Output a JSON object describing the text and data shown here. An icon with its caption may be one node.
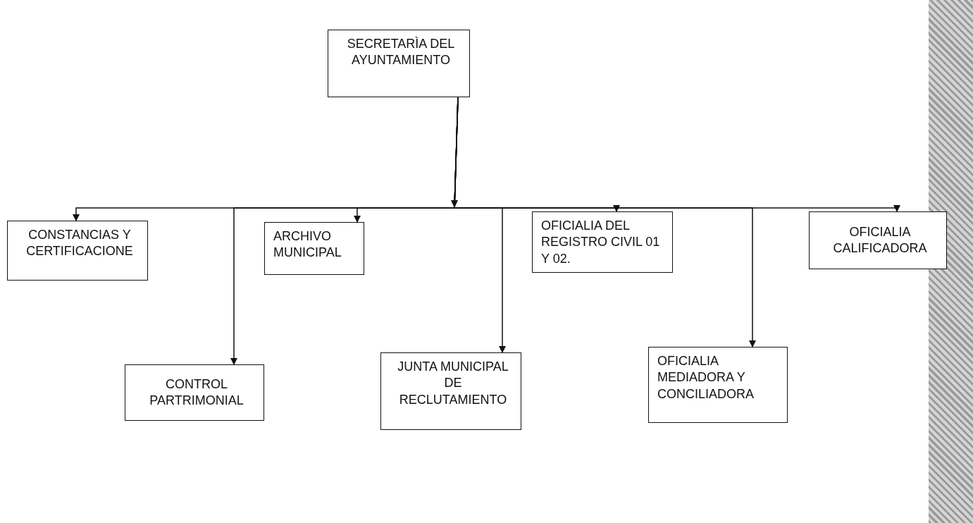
{
  "diagram": {
    "nodes": [
      {
        "text": [
          "SECRETARÌA DEL AYUNTAMIENTO"
        ]
      },
      {
        "text": [
          "CONSTANCIAS Y CERTIFICACIONE"
        ]
      },
      {
        "text": [
          "CONTROL PARTRIMONIAL"
        ]
      },
      {
        "text": [
          "ARCHIVO MUNICIPAL"
        ]
      },
      {
        "text": [
          "JUNTA MUNICIPAL DE RECLUTAMIENTO"
        ]
      },
      {
        "text": [
          "OFICIALIA DEL REGISTRO CIVIL 01 Y 02."
        ]
      },
      {
        "text": [
          "OFICIALIA MEDIADORA Y CONCILIADORA"
        ]
      },
      {
        "text": [
          "OFICIALIA CALIFICADORA"
        ]
      },
      {
        "text": [],
        "shape": "bar"
      }
    ],
    "edges": [
      {
        "from": 0,
        "to": 1,
        "arrow": "to"
      },
      {
        "from": 0,
        "to": 2,
        "arrow": "to"
      },
      {
        "from": 0,
        "to": 3,
        "arrow": "to"
      },
      {
        "from": 0,
        "to": 4,
        "arrow": "to"
      },
      {
        "from": 0,
        "to": 5,
        "arrow": "to"
      },
      {
        "from": 0,
        "to": 6,
        "arrow": "to"
      },
      {
        "from": 0,
        "to": 7,
        "arrow": "to"
      }
    ]
  }
}
